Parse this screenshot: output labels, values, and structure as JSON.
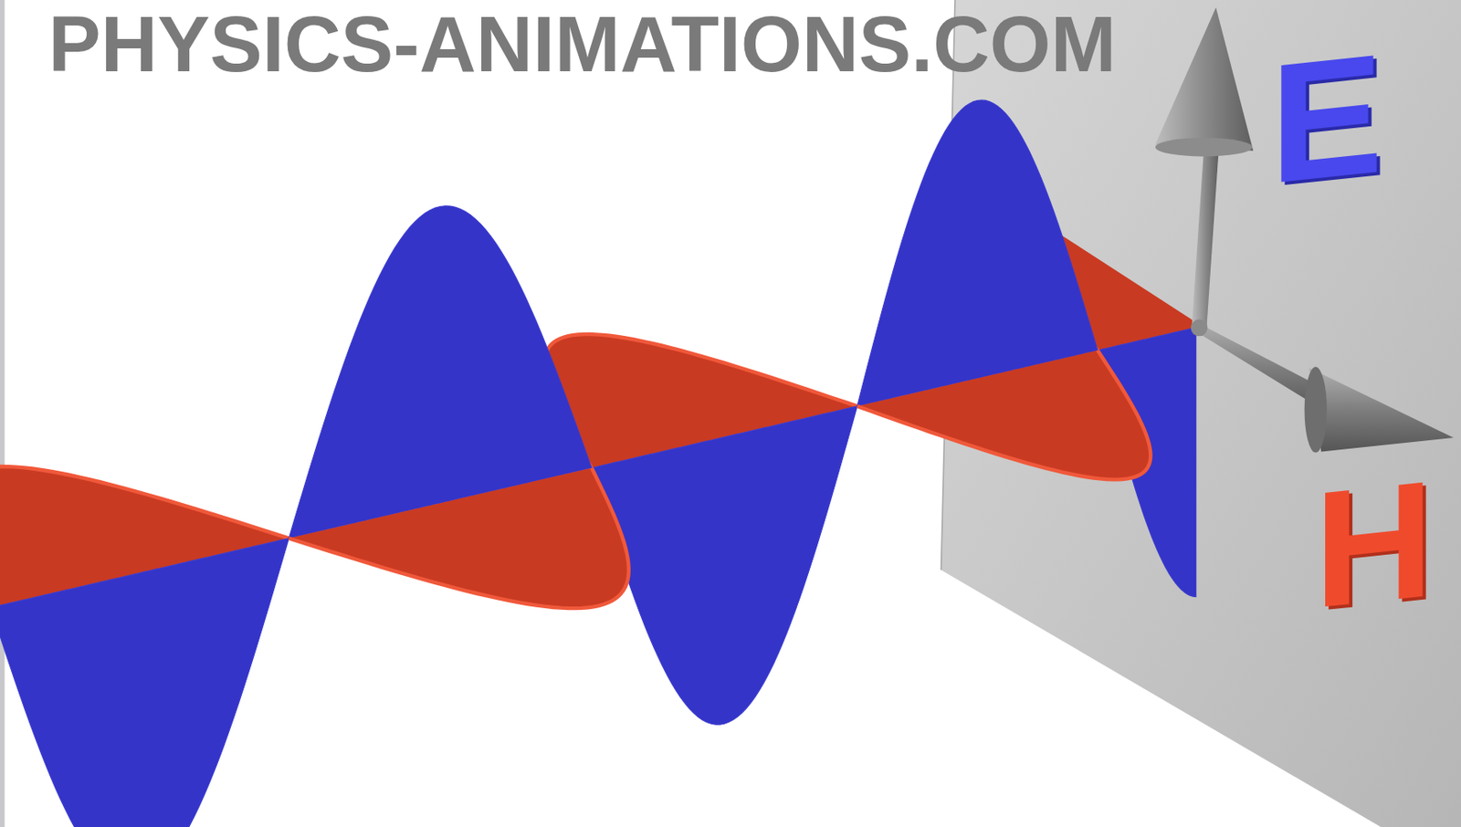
{
  "diagram": {
    "labels": [
      "PHYSICS-ANIMATIONS.COM",
      "E",
      "H"
    ]
  }
}
